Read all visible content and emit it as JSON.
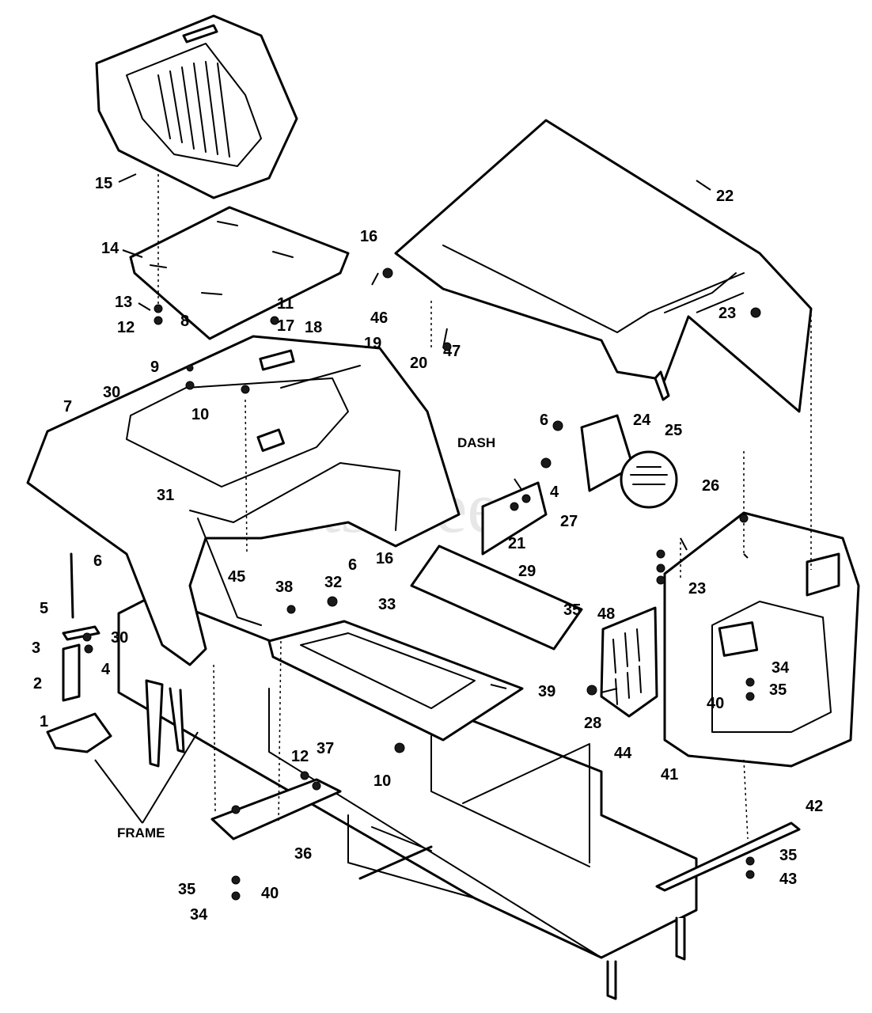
{
  "watermark": "PartsTree",
  "labels": {
    "frame": "FRAME",
    "dash": "DASH"
  },
  "callouts": {
    "c1": "1",
    "c2": "2",
    "c3": "3",
    "c4a": "4",
    "c4b": "4",
    "c5": "5",
    "c6a": "6",
    "c6b": "6",
    "c6c": "6",
    "c7": "7",
    "c8": "8",
    "c9": "9",
    "c10a": "10",
    "c10b": "10",
    "c11": "11",
    "c12a": "12",
    "c12b": "12",
    "c13": "13",
    "c14": "14",
    "c15": "15",
    "c16a": "16",
    "c16b": "16",
    "c17": "17",
    "c18": "18",
    "c19": "19",
    "c20": "20",
    "c21": "21",
    "c22": "22",
    "c23a": "23",
    "c23b": "23",
    "c24": "24",
    "c25": "25",
    "c26": "26",
    "c27": "27",
    "c28": "28",
    "c29": "29",
    "c30a": "30",
    "c30b": "30",
    "c31": "31",
    "c32": "32",
    "c33": "33",
    "c34a": "34",
    "c34b": "34",
    "c35a": "35",
    "c35b": "35",
    "c35c": "35",
    "c35d": "35",
    "c36": "36",
    "c37": "37",
    "c38": "38",
    "c39": "39",
    "c40a": "40",
    "c40b": "40",
    "c41": "41",
    "c42": "42",
    "c43": "43",
    "c44": "44",
    "c45": "45",
    "c46": "46",
    "c47": "47",
    "c48": "48"
  }
}
